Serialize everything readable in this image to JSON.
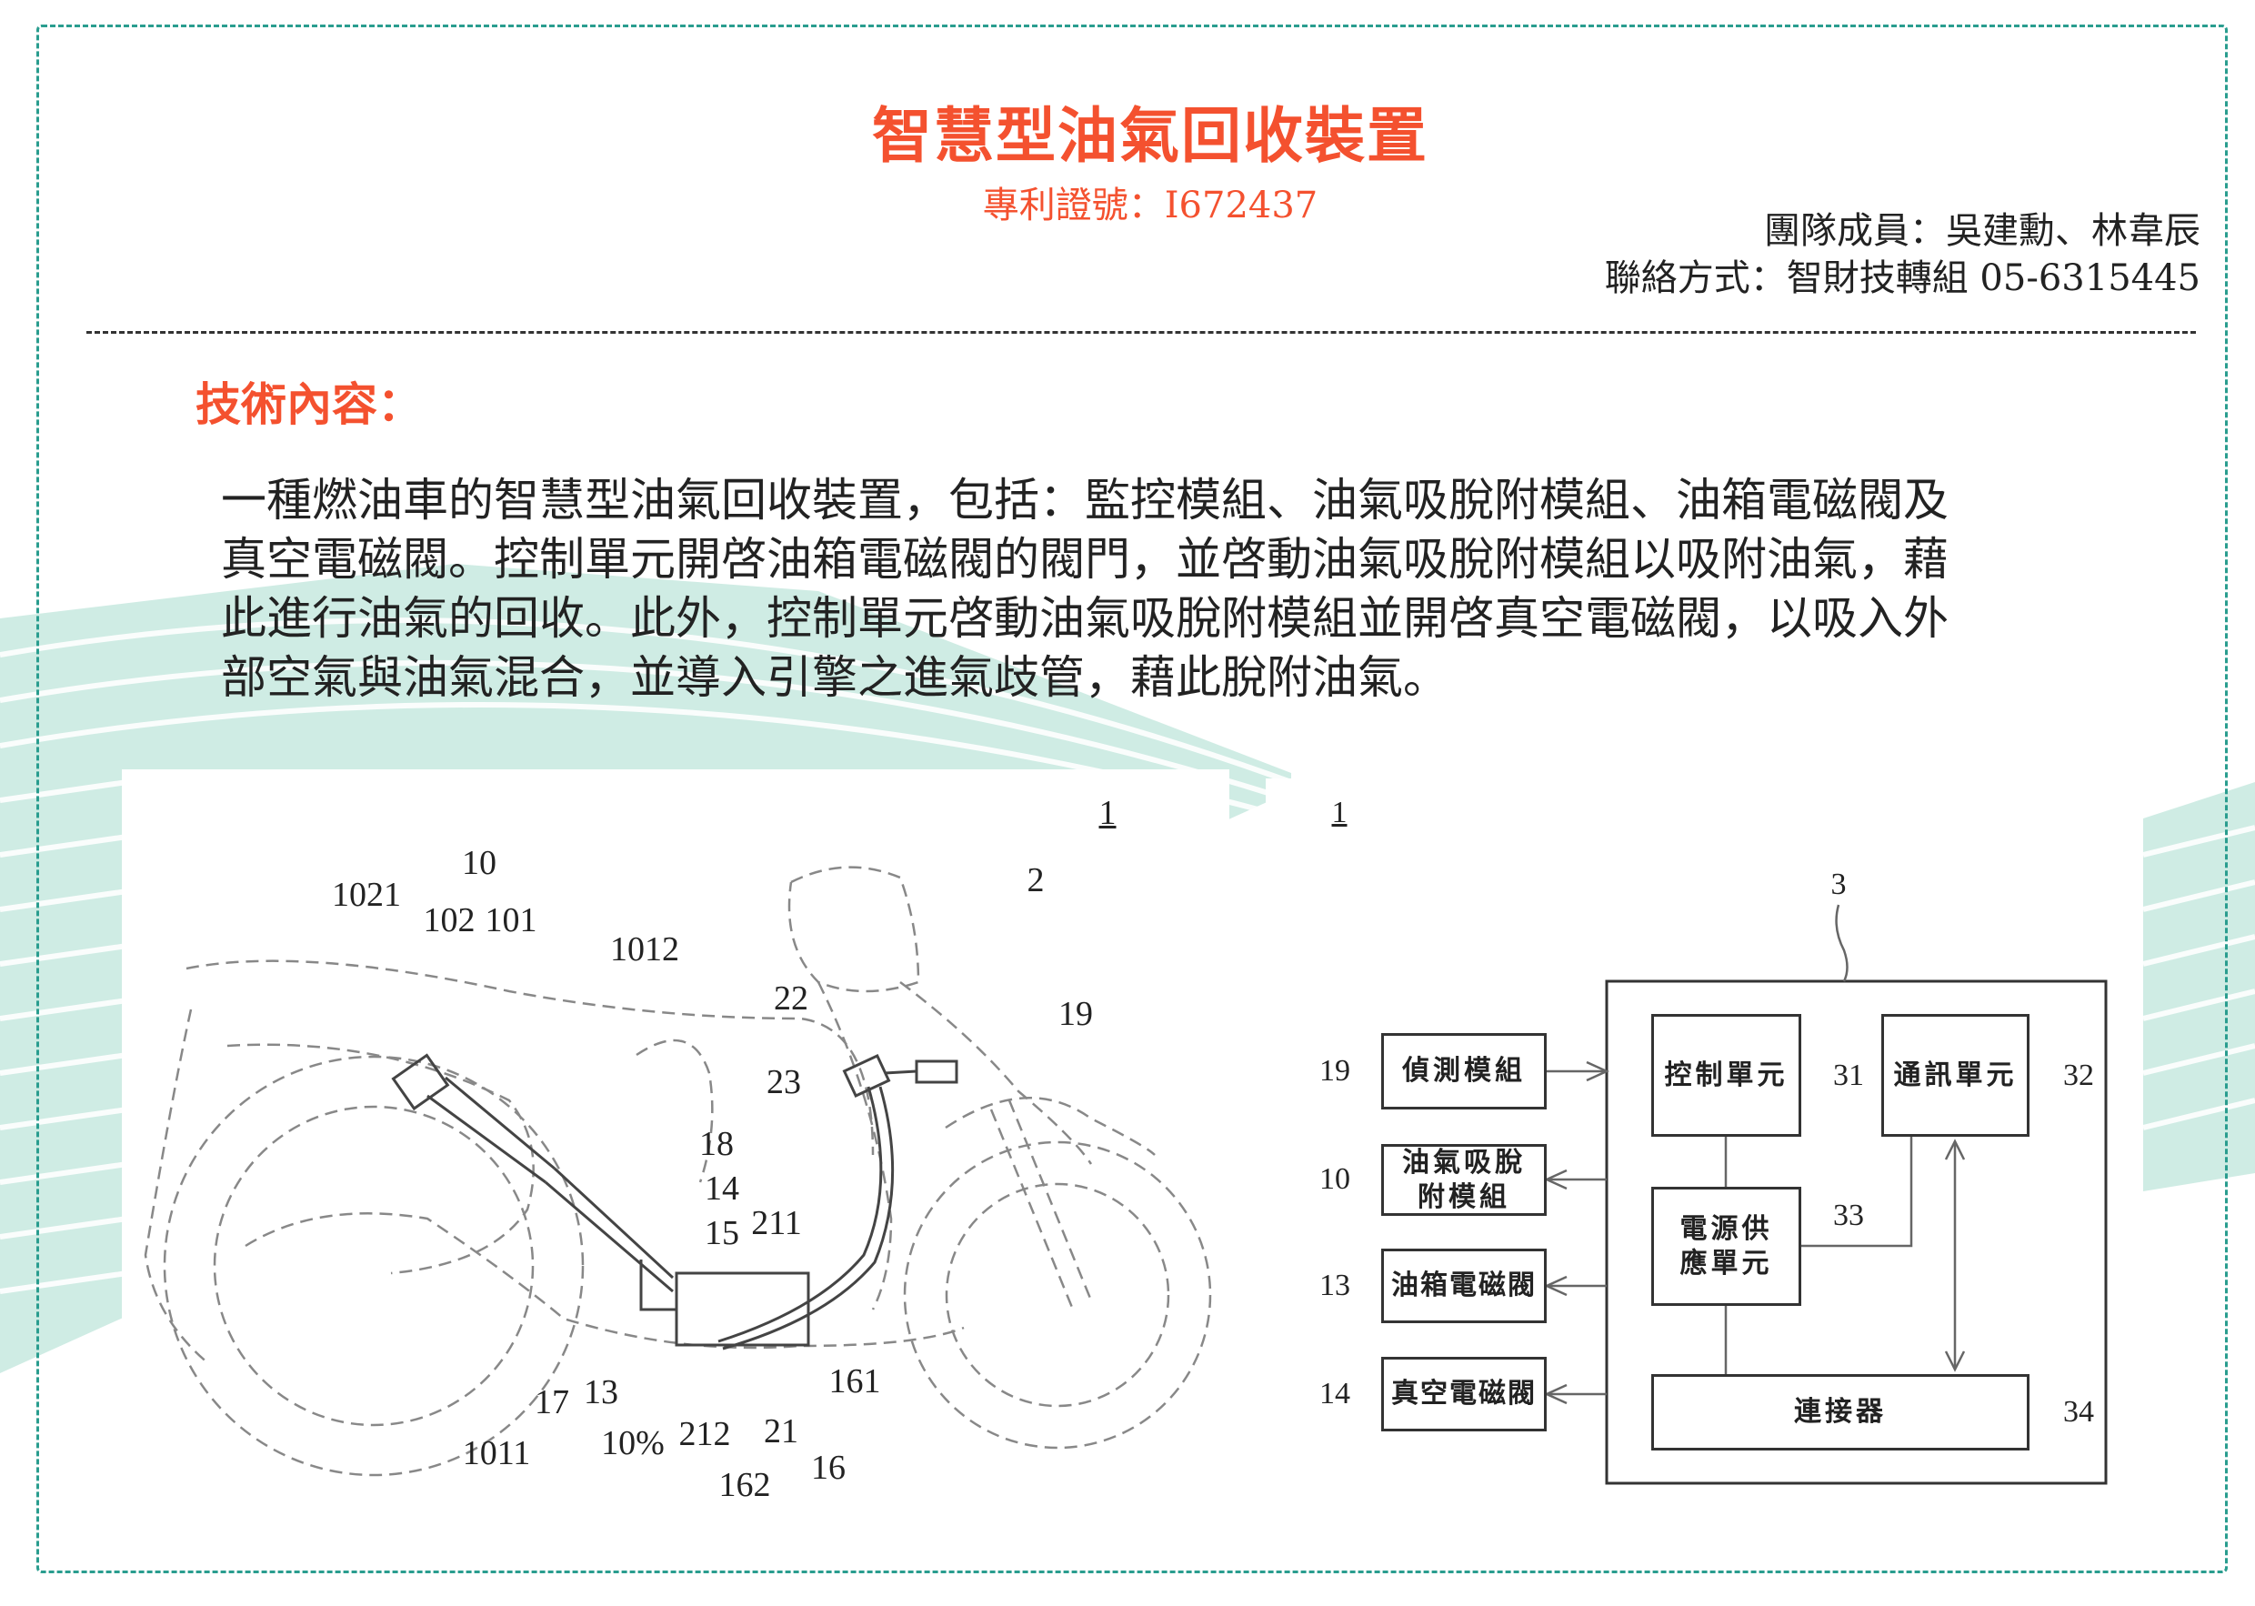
{
  "header": {
    "title": "智慧型油氣回收裝置",
    "patent_number": "專利證號：I672437",
    "team": "團隊成員：吳建勳、林韋辰",
    "contact": "聯絡方式：智財技轉組 05-6315445"
  },
  "section": {
    "heading": "技術內容：",
    "lines": [
      "一種燃油車的智慧型油氣回收裝置，包括：監控模組、油氣吸脫附模組、油箱電磁閥及",
      "真空電磁閥。控制單元開啓油箱電磁閥的閥門，並啓動油氣吸脫附模組以吸附油氣，藉",
      "此進行油氣的回收。此外，控制單元啓動油氣吸脫附模組並開啓真空電磁閥，以吸入外",
      "部空氣與油氣混合，並導入引擎之進氣歧管，藉此脫附油氣。"
    ]
  },
  "figure_motorcycle": {
    "labels": [
      "1",
      "10",
      "1021",
      "102",
      "101",
      "1012",
      "2",
      "22",
      "19",
      "23",
      "18",
      "14",
      "15",
      "211",
      "161",
      "17",
      "13",
      "1011",
      "10%",
      "212",
      "21",
      "162",
      "16"
    ]
  },
  "figure_block": {
    "figure_number": "1",
    "system_ref": "3",
    "external": [
      {
        "ref": "19",
        "label": "偵測模組"
      },
      {
        "ref": "10",
        "label": "油氣吸脫附模組"
      },
      {
        "ref": "13",
        "label": "油箱電磁閥"
      },
      {
        "ref": "14",
        "label": "真空電磁閥"
      }
    ],
    "internal": [
      {
        "ref": "31",
        "label": "控制單元"
      },
      {
        "ref": "32",
        "label": "通訊單元"
      },
      {
        "ref": "33",
        "label": "電源供應單元"
      },
      {
        "ref": "34",
        "label": "連接器"
      }
    ]
  },
  "colors": {
    "accent": "#f4512f",
    "border": "#2a9d8f",
    "stripe": "#9fd6c8"
  }
}
